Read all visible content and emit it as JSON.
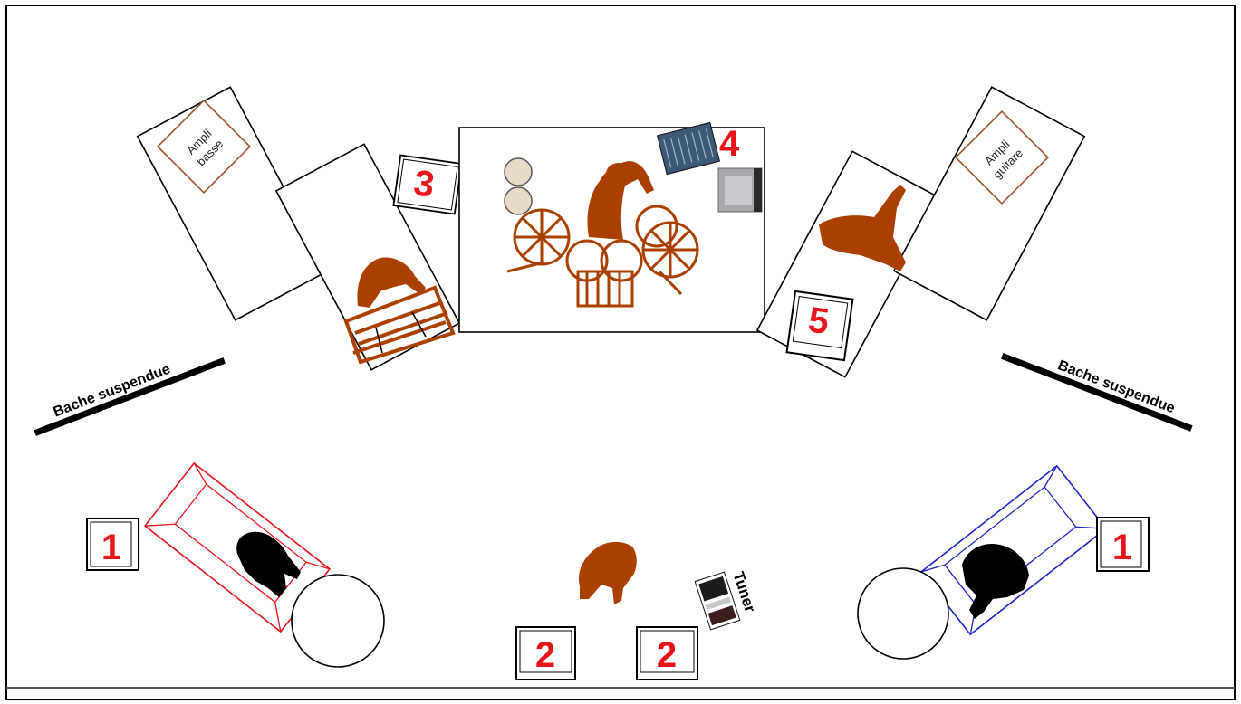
{
  "plan": {
    "ampli_basse": {
      "line1": "Ampli",
      "line2": "basse"
    },
    "ampli_guitare": {
      "line1": "Ampli",
      "line2": "guitare"
    },
    "bache_left": "Bache suspendue",
    "bache_right": "Bache suspendue",
    "tuner": "Tuner",
    "monitors": {
      "left": "1",
      "right": "1",
      "front_left": "2",
      "front_right": "2",
      "keys": "3",
      "drums": "4",
      "guitar": "5"
    }
  },
  "colors": {
    "musician": "#a94000",
    "number": "#e8131b",
    "sofa_left": "#e8131b",
    "sofa_right": "#1f24c8",
    "ampli_border": "#a0522d"
  }
}
